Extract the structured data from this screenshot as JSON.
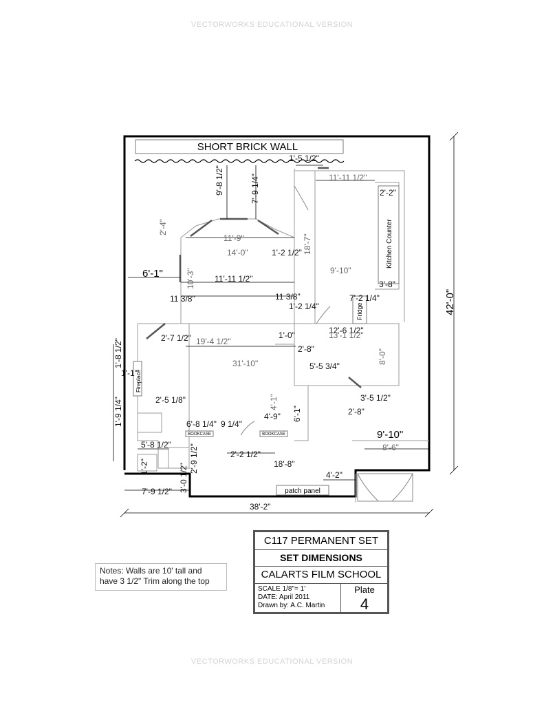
{
  "watermark": "VECTORWORKS EDUCATIONAL VERSION",
  "plan": {
    "wall_label": "SHORT BRICK WALL",
    "dims": {
      "d_1_5_1_2": "1'-5 1/2\"",
      "d_11_11_1_2_top": "11'-11 1/2\"",
      "d_2_2": "2'-2\"",
      "d_9_8_1_2": "9'-8 1/2\"",
      "d_7_9_1_4": "7'-9 1/4\"",
      "d_2_4": "2'-4\"",
      "d_11_9": "11'-9\"",
      "d_14_0": "14'-0\"",
      "d_1_2_1_2": "1'-2 1/2\"",
      "d_18_7": "18'-7\"",
      "d_9_10_kitchen": "9'-10\"",
      "d_6_1_left": "6'-1\"",
      "d_10_3": "10'-3\"",
      "d_11_11_1_2_mid": "11'-11 1/2\"",
      "d_3_8": "3'-8\"",
      "d_11_3_8_left": "11 3/8\"",
      "d_11_3_8_right": "11 3/8\"",
      "d_7_2_1_4": "7'-2 1/4\"",
      "d_1_2_1_4": "1'-2 1/4\"",
      "d_42_0": "42'-0\"",
      "d_12_6_1_2": "12'-6 1/2\"",
      "d_13_1_1_2": "13'-1 1/2\"",
      "d_1_0": "1'-0\"",
      "d_2_7_1_2": "2'-7 1/2\"",
      "d_19_4_1_2": "19'-4 1/2\"",
      "d_1_8_1_2": "1'-8 1/2\"",
      "d_2_8_mid": "2'-8\"",
      "d_8_0": "8'-0\"",
      "d_1_1": "1'-1\"",
      "d_31_10": "31'-10\"",
      "d_5_5_3_4": "5'-5 3/4\"",
      "d_4_1": "4'-1\"",
      "d_1_9_1_4": "1'-9 1/4\"",
      "d_2_5_1_8": "2'-5 1/8\"",
      "d_3_5_1_2": "3'-5 1/2\"",
      "d_2_8_right": "2'-8\"",
      "d_4_9": "4'-9\"",
      "d_6_1_mid": "6'-1\"",
      "d_6_8_1_4": "6'-8 1/4\"",
      "d_9_1_4": "9 1/4\"",
      "d_9_10_right": "9'-10\"",
      "d_5_8_1_2": "5'-8 1/2\"",
      "d_2_9_1_2": "2'-9 1/2\"",
      "d_8_6": "8'-6\"",
      "d_2_2_1_2": "2'-2 1/2\"",
      "d_1_2": "1'-2\"",
      "d_18_8": "18'-8\"",
      "d_3_0_1_2": "3'-0 1/2\"",
      "d_4_2": "4'-2\"",
      "d_7_9_1_2": "7'-9 1/2\"",
      "d_38_2": "38'-2\""
    },
    "labels": {
      "kitchen_counter": "Kitchen Counter",
      "fridge": "Fridge",
      "fireplace": "Fireplace",
      "bookcase_left": "BOOKCASE",
      "bookcase_right": "BOOKCASE",
      "patch_panel": "patch panel"
    }
  },
  "notes": {
    "line1": "Notes: Walls are 10' tall and",
    "line2": "have 3 1/2\" Trim along the top"
  },
  "title_block": {
    "title": "C117 PERMANENT SET",
    "subtitle": "SET DIMENSIONS",
    "school": "CALARTS FILM SCHOOL",
    "scale": "SCALE 1/8\"= 1'",
    "date": "DATE: April 2011",
    "drawn_by": "Drawn by: A.C. Martin",
    "plate_label": "Plate",
    "plate_number": "4"
  }
}
